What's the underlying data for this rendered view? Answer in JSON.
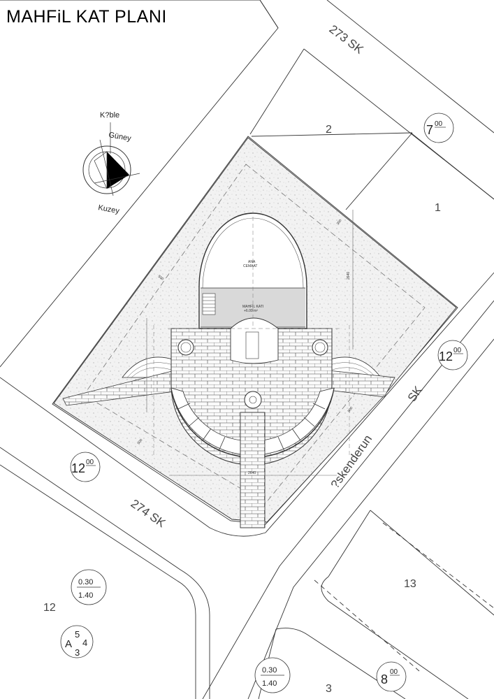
{
  "title": "MAHFiL KAT PLANI",
  "compass": {
    "qibla": "K?ble",
    "south": "Güney",
    "north": "Kuzey"
  },
  "streets": {
    "north_street": "273 SK",
    "south_street": "274 SK",
    "east_street": "?skenderun",
    "east_street_suffix": "SK"
  },
  "lots": {
    "lot_2": "2",
    "lot_1": "1",
    "lot_13": "13",
    "lot_12": "12",
    "lot_3": "3"
  },
  "elevations": {
    "e1_base": "7",
    "e1_sup": "00",
    "e2_base": "12",
    "e2_sup": "00",
    "e3_base": "12",
    "e3_sup": "00",
    "e4_base": "8",
    "e4_sup": "00"
  },
  "fractions": [
    {
      "top": "0.30",
      "bottom": "1.40"
    },
    {
      "top": "0.30",
      "bottom": "1.40"
    }
  ],
  "block_label": {
    "letter": "A",
    "sup": "5",
    "sub": "3",
    "right": "4"
  },
  "rooms": {
    "main_hall": "ANA",
    "main_hall_2": "CEMAAT",
    "gallery": "MAHFİL KATI",
    "gallery_level": "+6.00 m²"
  },
  "dimensions": {
    "d1": "500",
    "d2": "500",
    "d3": "300",
    "d4": "2640",
    "d5": "500",
    "d6": "2640"
  }
}
